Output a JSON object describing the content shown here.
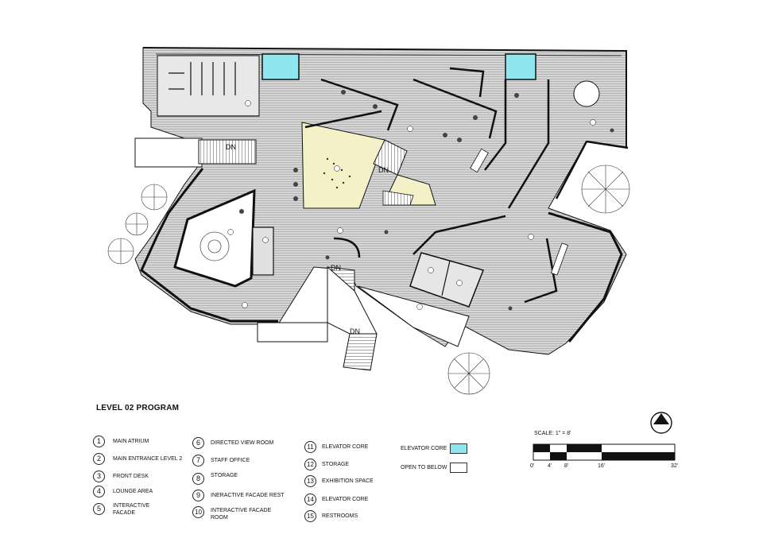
{
  "plan": {
    "title": "LEVEL 02 PROGRAM",
    "stair_label": "DN",
    "colors": {
      "elevator_core": "#8fe6ee",
      "open_to_below": "#ffffff",
      "open_atrium": "#f4f1c8",
      "floor": "#d9d9d9",
      "wall": "#111111"
    }
  },
  "program": [
    {
      "num": "1",
      "label": "MAIN ATRIUM"
    },
    {
      "num": "2",
      "label": "MAIN ENTRANCE LEVEL 2"
    },
    {
      "num": "3",
      "label": "FRONT DESK"
    },
    {
      "num": "4",
      "label": "LOUNGE AREA"
    },
    {
      "num": "5",
      "label": "INTERACTIVE FACADE"
    },
    {
      "num": "6",
      "label": "DIRECTED VIEW ROOM"
    },
    {
      "num": "7",
      "label": "STAFF OFFICE"
    },
    {
      "num": "8",
      "label": "STORAGE"
    },
    {
      "num": "9",
      "label": "INERACTIVE FACADE REST"
    },
    {
      "num": "10",
      "label": "INTERACTIVE FACADE ROOM"
    },
    {
      "num": "11",
      "label": "ELEVATOR CORE"
    },
    {
      "num": "12",
      "label": "STORAGE"
    },
    {
      "num": "13",
      "label": "EXHIBITION SPACE"
    },
    {
      "num": "14",
      "label": "ELEVATOR CORE"
    },
    {
      "num": "15",
      "label": "RESTROOMS"
    }
  ],
  "legend": [
    {
      "label": "ELEVATOR CORE",
      "color": "#8fe6ee"
    },
    {
      "label": "OPEN TO BELOW",
      "color": "#ffffff"
    }
  ],
  "scale": {
    "label": "SCALE: 1\" = 8'",
    "ticks": [
      "0'",
      "4'",
      "8'",
      "16'",
      "32'"
    ]
  }
}
